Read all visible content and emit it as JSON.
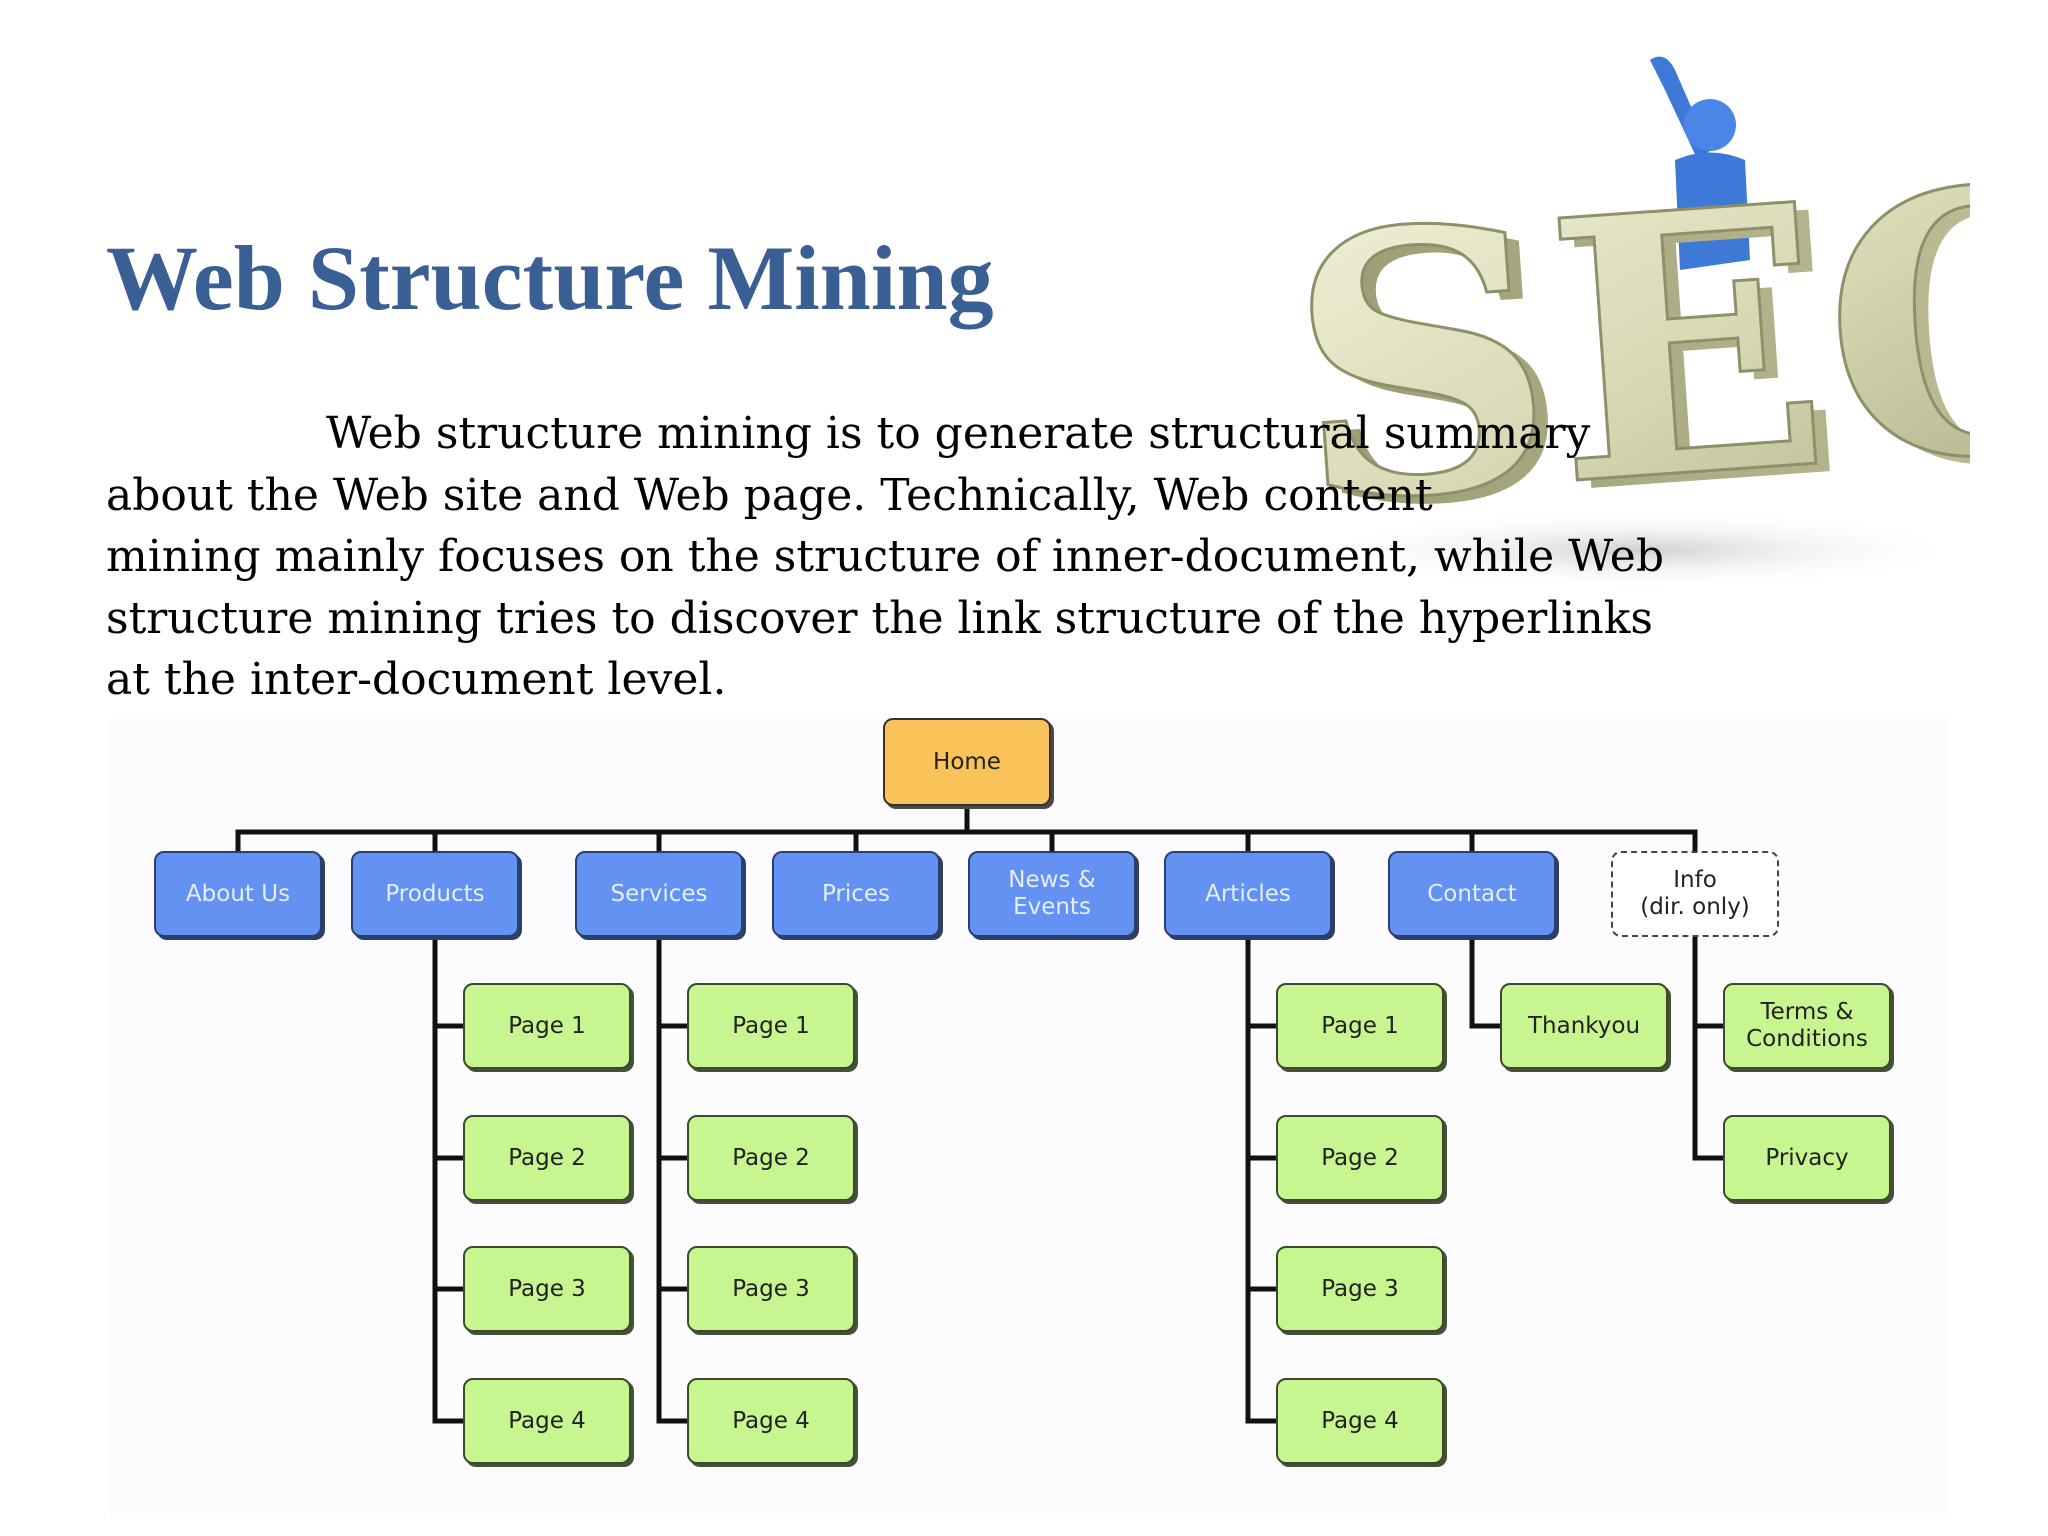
{
  "slide": {
    "title": "Web Structure Mining",
    "body_lines": [
      "Web structure mining is to generate structural summary",
      "about the Web site and Web page. Technically, Web content",
      "mining mainly focuses on the structure of inner-document, while Web",
      "structure mining tries to discover the link structure of the hyperlinks",
      "at the inter-document level."
    ],
    "logo_text": "SEO"
  },
  "sitemap": {
    "root": "Home",
    "sections": [
      {
        "label": "About Us",
        "children": []
      },
      {
        "label": "Products",
        "children": [
          "Page 1",
          "Page 2",
          "Page 3",
          "Page 4"
        ]
      },
      {
        "label": "Services",
        "children": [
          "Page 1",
          "Page 2",
          "Page 3",
          "Page 4"
        ]
      },
      {
        "label": "Prices",
        "children": []
      },
      {
        "label": "News &\nEvents",
        "children": []
      },
      {
        "label": "Articles",
        "children": [
          "Page 1",
          "Page 2",
          "Page 3",
          "Page 4"
        ]
      },
      {
        "label": "Contact",
        "children": [
          "Thankyou"
        ]
      },
      {
        "label": "Info\n(dir. only)",
        "dashed": true,
        "children": [
          "Terms &\nConditions",
          "Privacy"
        ]
      }
    ],
    "colors": {
      "root": "#f9c35a",
      "section": "#6392f3",
      "page": "#c7f58f",
      "title": "#3a5f94"
    }
  }
}
